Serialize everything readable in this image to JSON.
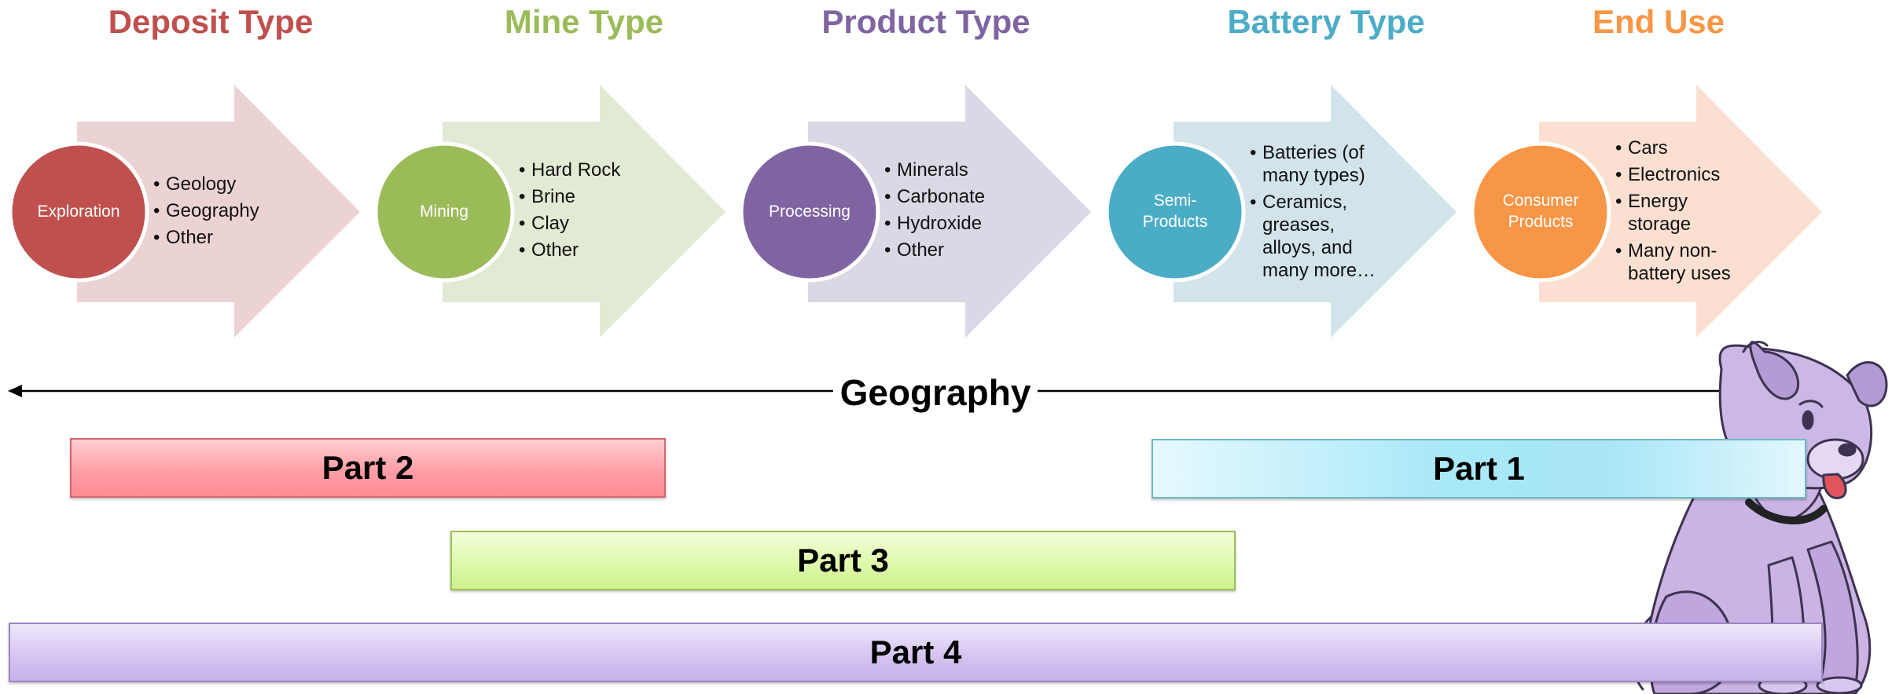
{
  "stages": [
    {
      "id": "deposit",
      "heading": "Deposit Type",
      "circle_label": "Exploration",
      "bullets": [
        "Geology",
        "Geography",
        "Other"
      ],
      "colors": {
        "heading": "#c0504d",
        "circle": "#c0504d",
        "arrow": "#ecd3d3"
      }
    },
    {
      "id": "mine",
      "heading": "Mine Type",
      "circle_label": "Mining",
      "bullets": [
        "Hard Rock",
        "Brine",
        "Clay",
        "Other"
      ],
      "colors": {
        "heading": "#9bbb59",
        "circle": "#9bbb59",
        "arrow": "#e3ead4"
      }
    },
    {
      "id": "product",
      "heading": "Product Type",
      "circle_label": "Processing",
      "bullets": [
        "Minerals",
        "Carbonate",
        "Hydroxide",
        "Other"
      ],
      "colors": {
        "heading": "#8064a2",
        "circle": "#8064a2",
        "arrow": "#dcd7e4"
      }
    },
    {
      "id": "battery",
      "heading": "Battery Type",
      "circle_label": "Semi-Products",
      "bullets": [
        "Batteries (of many types)",
        "Ceramics, greases, alloys, and many more…"
      ],
      "colors": {
        "heading": "#4bacc6",
        "circle": "#4bacc6",
        "arrow": "#d2e3ea"
      }
    },
    {
      "id": "enduse",
      "heading": "End Use",
      "circle_label": "Consumer Products",
      "bullets": [
        "Cars",
        "Electronics",
        "Energy storage",
        "Many non-battery uses"
      ],
      "colors": {
        "heading": "#f79646",
        "circle": "#f79646",
        "arrow": "#fbe0d2"
      }
    }
  ],
  "geography_label": "Geography",
  "parts": {
    "part1": "Part 1",
    "part2": "Part 2",
    "part3": "Part 3",
    "part4": "Part 4"
  },
  "mascot": "cartoon-dog-illustration"
}
